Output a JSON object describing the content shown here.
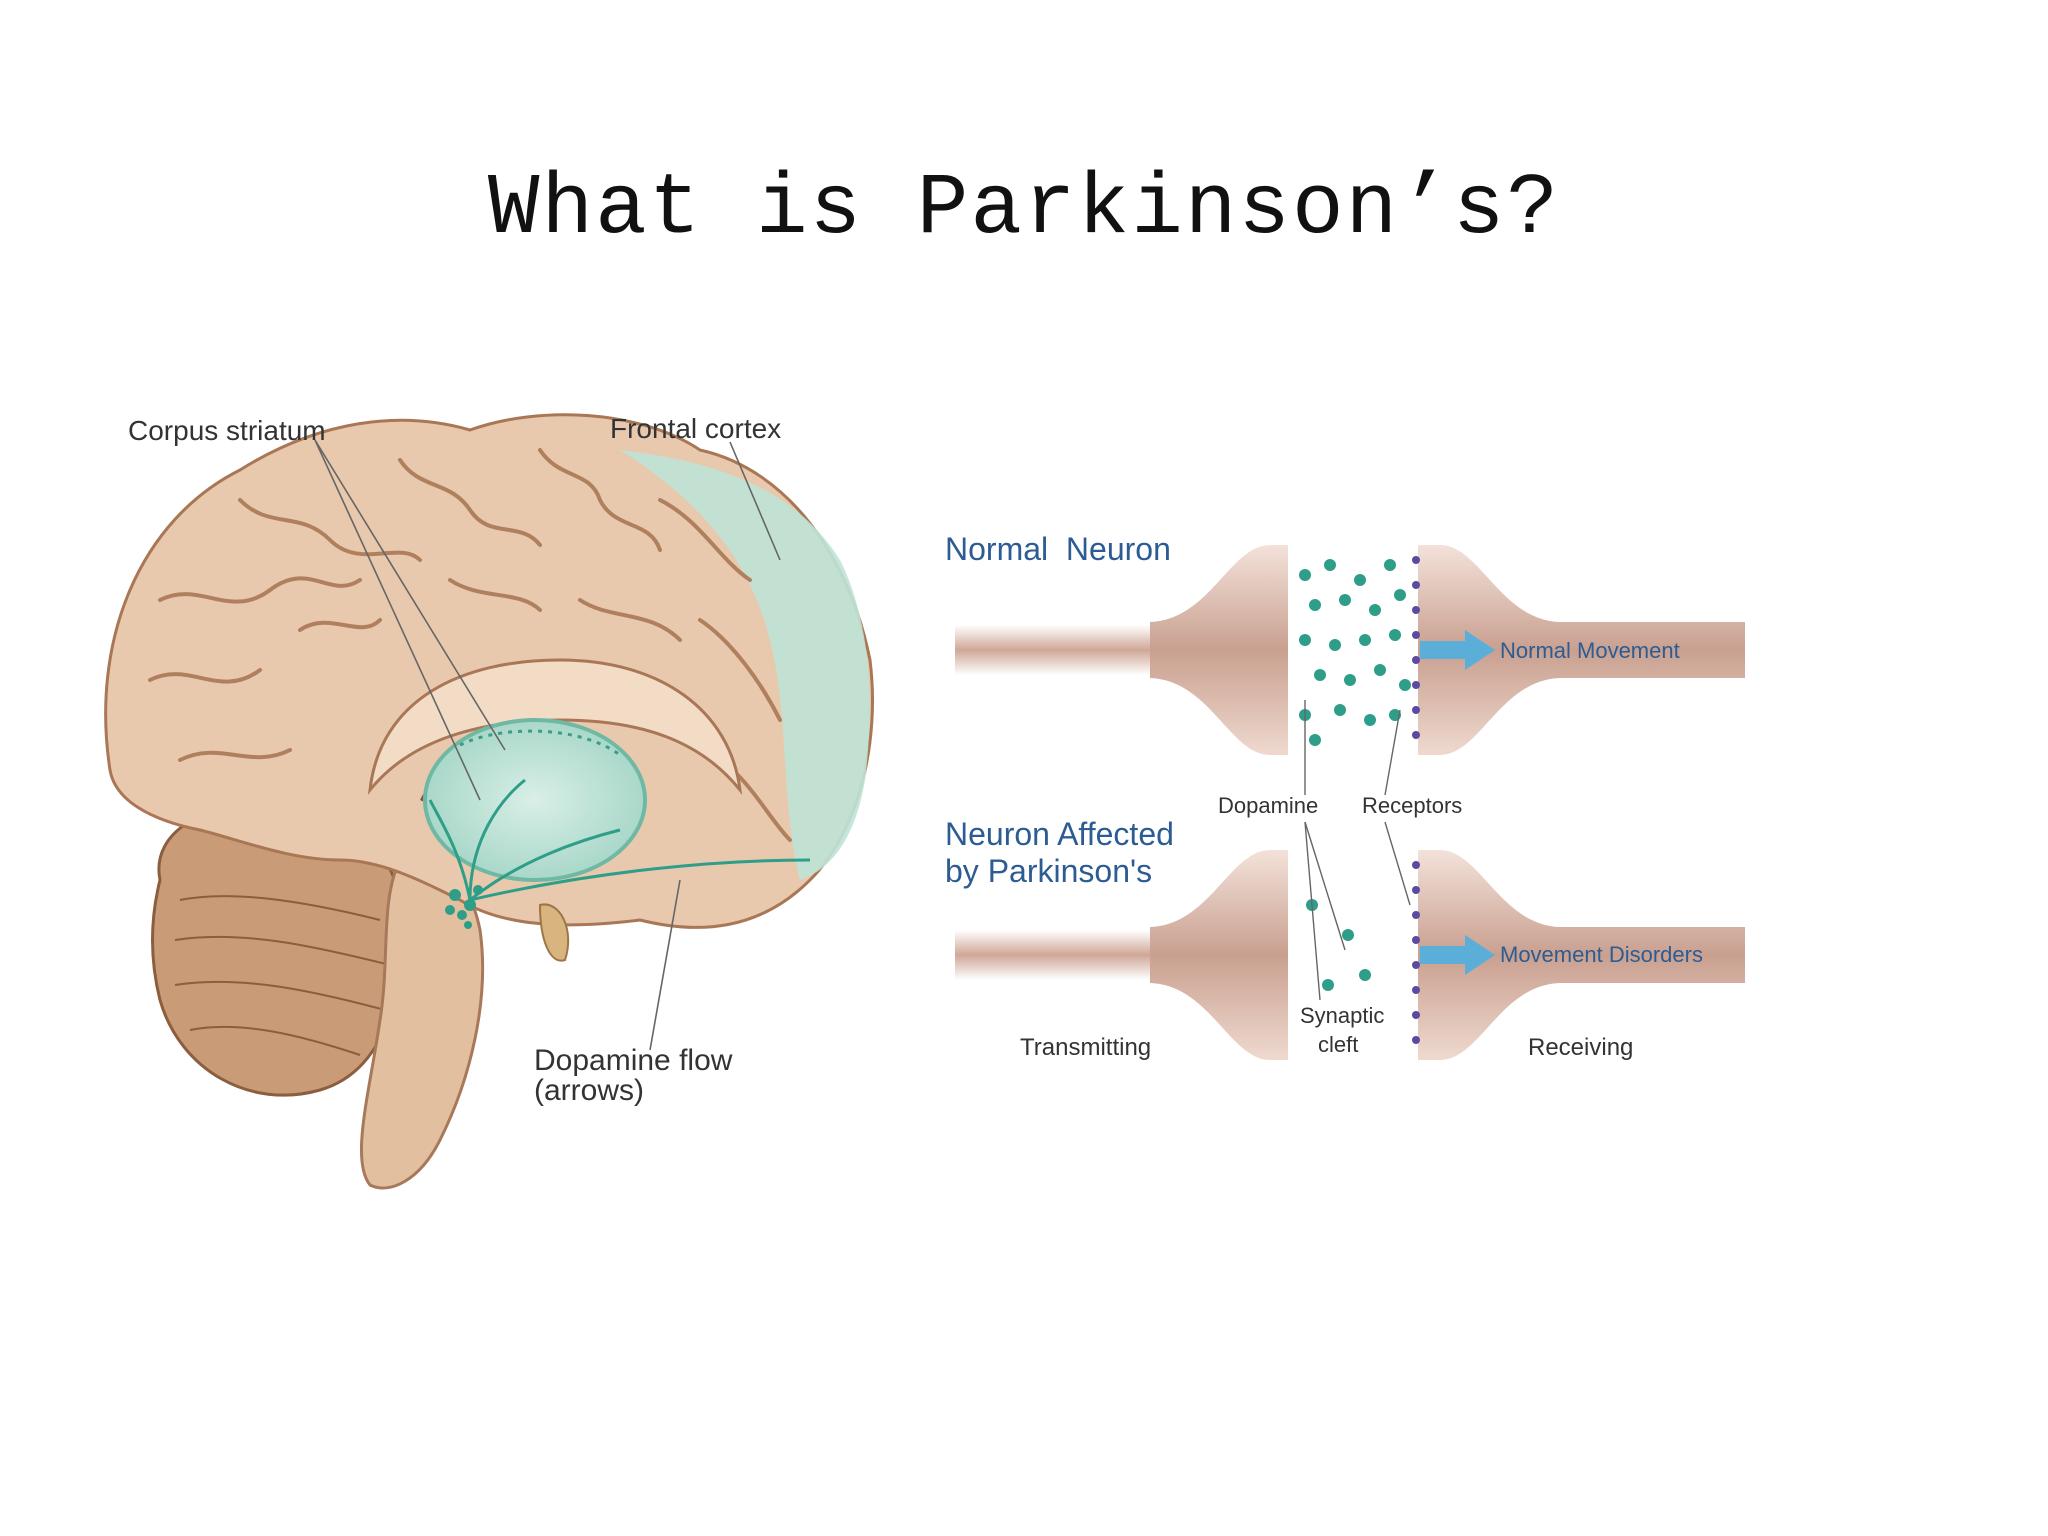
{
  "slide": {
    "title": "What is Parkinson’s?"
  },
  "brain": {
    "labels": {
      "corpus_striatum": "Corpus striatum",
      "frontal_cortex": "Frontal cortex",
      "dopamine_flow_1": "Dopamine flow",
      "dopamine_flow_2": "(arrows)"
    }
  },
  "synapse": {
    "normal_neuron": "Normal  Neuron",
    "affected_1": "Neuron Affected",
    "affected_2": "by Parkinson's",
    "normal_movement": "Normal Movement",
    "movement_disorders": "Movement Disorders",
    "dopamine": "Dopamine",
    "receptors": "Receptors",
    "transmitting": "Transmitting",
    "synaptic_1": "Synaptic",
    "synaptic_2": "cleft",
    "receiving": "Receiving"
  },
  "colors": {
    "brain_fill": "#e9c9ad",
    "brain_stroke": "#b0805e",
    "teal": "#2f9e88",
    "teal_light": "#bfe3d6",
    "neuron": "#c9a090",
    "label_blue": "#2c5c93",
    "arrow_blue": "#5aaed8"
  }
}
